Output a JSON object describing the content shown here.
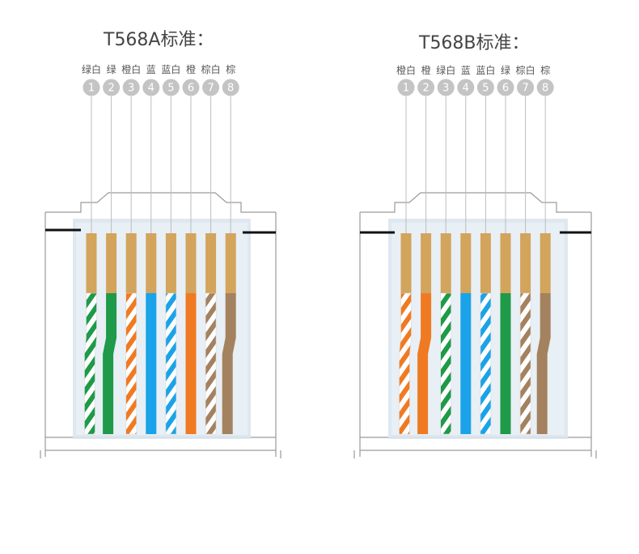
{
  "colors": {
    "green": "#1e9a48",
    "orange": "#f07a22",
    "blue": "#1aa3e8",
    "brown": "#a4825f",
    "white": "#ffffff",
    "contact": "#d2a45c",
    "badge": "#c4c4c4",
    "body": "#dbe6ef",
    "outline": "#9a9a9a"
  },
  "standards": [
    {
      "title": "T568A标准：",
      "pins": [
        {
          "num": "1",
          "label": "绿白",
          "color": "green",
          "striped": true
        },
        {
          "num": "2",
          "label": "绿",
          "color": "green",
          "striped": false
        },
        {
          "num": "3",
          "label": "橙白",
          "color": "orange",
          "striped": true
        },
        {
          "num": "4",
          "label": "蓝",
          "color": "blue",
          "striped": false
        },
        {
          "num": "5",
          "label": "蓝白",
          "color": "blue",
          "striped": true
        },
        {
          "num": "6",
          "label": "橙",
          "color": "orange",
          "striped": false
        },
        {
          "num": "7",
          "label": "棕白",
          "color": "brown",
          "striped": true
        },
        {
          "num": "8",
          "label": "棕",
          "color": "brown",
          "striped": false
        }
      ]
    },
    {
      "title": "T568B标准：",
      "pins": [
        {
          "num": "1",
          "label": "橙白",
          "color": "orange",
          "striped": true
        },
        {
          "num": "2",
          "label": "橙",
          "color": "orange",
          "striped": false
        },
        {
          "num": "3",
          "label": "绿白",
          "color": "green",
          "striped": true
        },
        {
          "num": "4",
          "label": "蓝",
          "color": "blue",
          "striped": false
        },
        {
          "num": "5",
          "label": "蓝白",
          "color": "blue",
          "striped": true
        },
        {
          "num": "6",
          "label": "绿",
          "color": "green",
          "striped": false
        },
        {
          "num": "7",
          "label": "棕白",
          "color": "brown",
          "striped": true
        },
        {
          "num": "8",
          "label": "棕",
          "color": "brown",
          "striped": false
        }
      ]
    }
  ]
}
